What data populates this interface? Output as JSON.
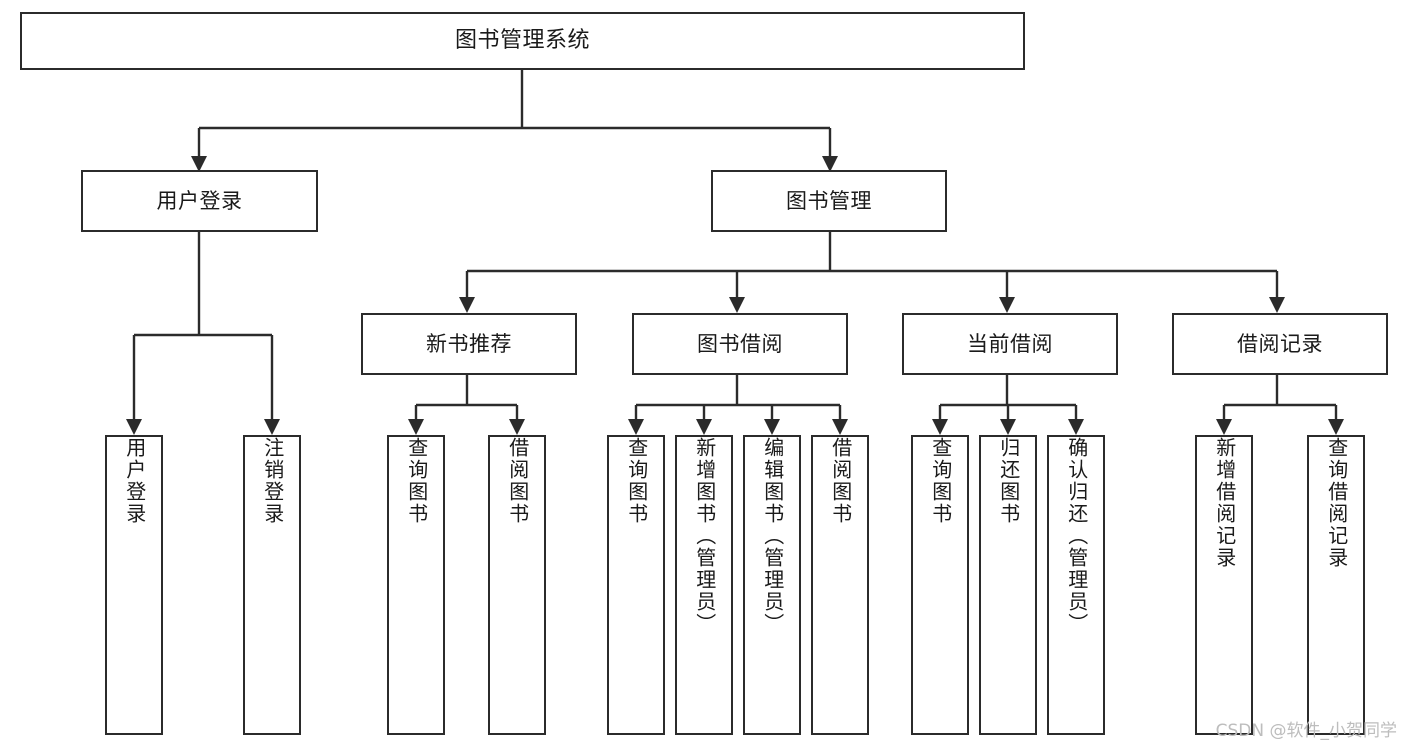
{
  "diagram": {
    "type": "tree",
    "title": "图书管理系统",
    "watermark": "CSDN @软件_小贺同学",
    "colors": {
      "stroke": "#2b2b2b",
      "fill": "#ffffff",
      "text": "#1a1a1a",
      "watermark": "#bdbdbd"
    },
    "root": {
      "label": "图书管理系统"
    },
    "level2": [
      {
        "label": "用户登录"
      },
      {
        "label": "图书管理"
      }
    ],
    "level3": [
      {
        "label": "新书推荐"
      },
      {
        "label": "图书借阅"
      },
      {
        "label": "当前借阅"
      },
      {
        "label": "借阅记录"
      }
    ],
    "leaves": {
      "user_login": [
        {
          "label": "用户登录"
        },
        {
          "label": "注销登录"
        }
      ],
      "new_book": [
        {
          "label": "查询图书"
        },
        {
          "label": "借阅图书"
        }
      ],
      "book_borrow": [
        {
          "label": "查询图书"
        },
        {
          "label": "新增图书（管理员）"
        },
        {
          "label": "编辑图书（管理员）"
        },
        {
          "label": "借阅图书"
        }
      ],
      "current_borrow": [
        {
          "label": "查询图书"
        },
        {
          "label": "归还图书"
        },
        {
          "label": "确认归还（管理员）"
        }
      ],
      "borrow_record": [
        {
          "label": "新增借阅记录"
        },
        {
          "label": "查询借阅记录"
        }
      ]
    }
  }
}
